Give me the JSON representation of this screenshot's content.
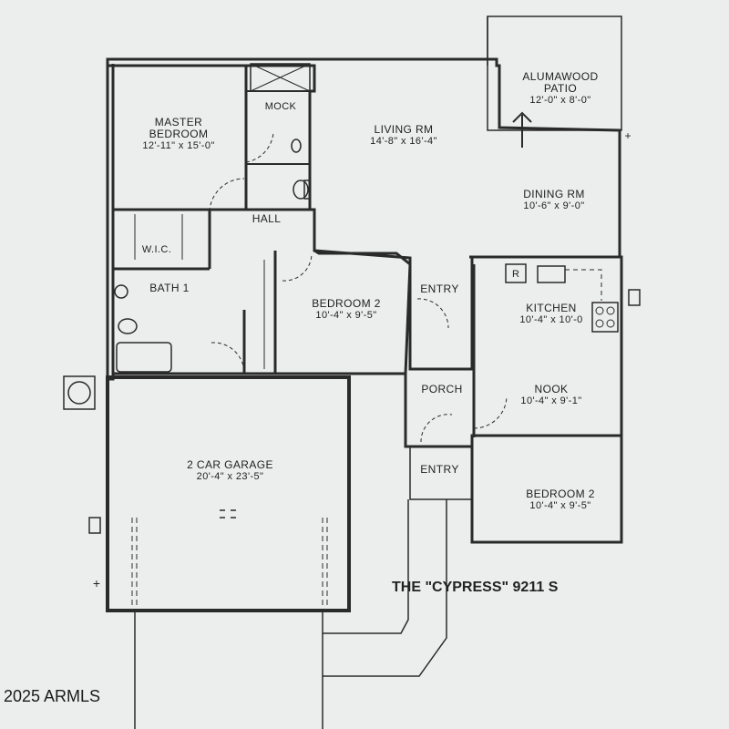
{
  "plan_title": "THE \"CYPRESS\" 9211 S",
  "copyright": "2025 ARMLS",
  "rooms": {
    "master_bedroom": {
      "name_line1": "MASTER",
      "name_line2": "BEDROOM",
      "dims": "12'-11\" x 15'-0\""
    },
    "mock": {
      "name": "MOCK"
    },
    "living_room": {
      "name": "LIVING RM",
      "dims": "14'-8\" x 16'-4\""
    },
    "patio": {
      "name_line1": "ALUMAWOOD",
      "name_line2": "PATIO",
      "dims": "12'-0\" x 8'-0\""
    },
    "dining_room": {
      "name": "DINING RM",
      "dims": "10'-6\" x 9'-0\""
    },
    "hall": {
      "name": "HALL"
    },
    "wic": {
      "name": "W.I.C."
    },
    "bath1": {
      "name": "BATH 1"
    },
    "bedroom2_center": {
      "name": "BEDROOM 2",
      "dims": "10'-4\" x 9'-5\""
    },
    "entry_upper": {
      "name": "ENTRY"
    },
    "kitchen": {
      "name": "KITCHEN",
      "dims": "10'-4\" x 10'-0"
    },
    "nook": {
      "name": "NOOK",
      "dims": "10'-4\" x 9'-1\""
    },
    "porch": {
      "name": "PORCH"
    },
    "entry_lower": {
      "name": "ENTRY"
    },
    "bedroom2_right": {
      "name": "BEDROOM 2",
      "dims": "10'-4\" x 9'-5\""
    },
    "garage": {
      "name": "2 CAR GARAGE",
      "dims": "20'-4\" x 23'-5\""
    }
  },
  "fixture_labels": {
    "refrigerator": "R"
  },
  "colors": {
    "background": "#eceeed",
    "lines": "#2a2a2a"
  }
}
